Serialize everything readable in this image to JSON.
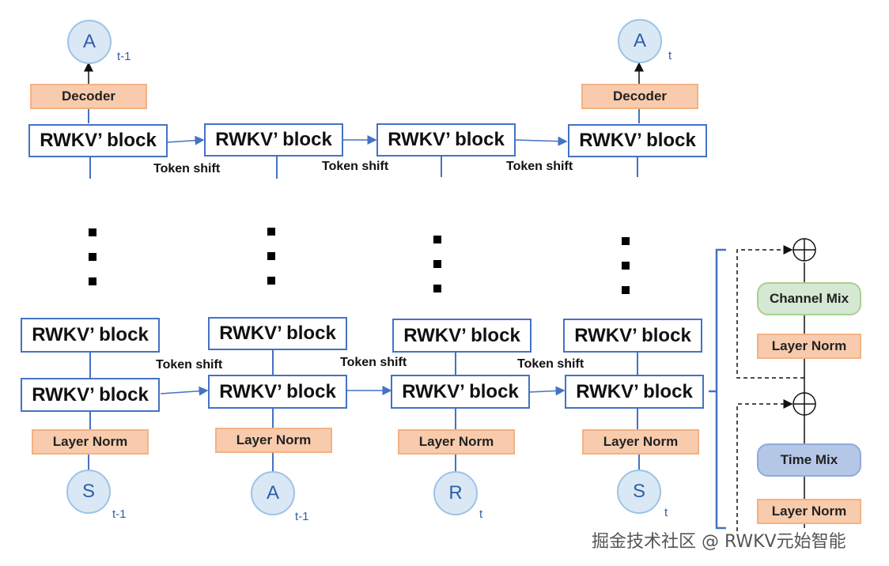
{
  "outputs": [
    {
      "letter": "A",
      "subscript": "t-1",
      "decoder": "Decoder"
    },
    {
      "letter": "A",
      "subscript": "t",
      "decoder": "Decoder"
    }
  ],
  "top_row": {
    "blocks": [
      "RWKV’ block",
      "RWKV’ block",
      "RWKV’ block",
      "RWKV’ block"
    ],
    "shifts": [
      "Token shift",
      "Token shift",
      "Token shift"
    ]
  },
  "upper_bottom_row": {
    "blocks": [
      "RWKV’ block",
      "RWKV’ block",
      "RWKV’ block",
      "RWKV’ block"
    ],
    "shifts": [
      "Token shift",
      "Token shift",
      "Token shift"
    ]
  },
  "lower_bottom_row": {
    "blocks": [
      "RWKV’ block",
      "RWKV’ block",
      "RWKV’ block",
      "RWKV’ block"
    ],
    "layer_norms": [
      "Layer Norm",
      "Layer Norm",
      "Layer Norm",
      "Layer Norm"
    ]
  },
  "inputs": [
    {
      "letter": "S",
      "subscript": "t-1"
    },
    {
      "letter": "A",
      "subscript": "t-1"
    },
    {
      "letter": "R",
      "subscript": "t"
    },
    {
      "letter": "S",
      "subscript": "t"
    }
  ],
  "detail": {
    "channel_mix": "Channel Mix",
    "layer_norm_upper": "Layer Norm",
    "time_mix": "Time Mix",
    "layer_norm_lower": "Layer Norm"
  },
  "watermark": "掘金技术社区 @ RWKV元始智能",
  "colors": {
    "block_border": "#4472c4",
    "layer_norm": "#f8cbad",
    "channel_mix": "#d5e8d4",
    "time_mix": "#b4c7e7",
    "circle": "#dae8f6"
  }
}
